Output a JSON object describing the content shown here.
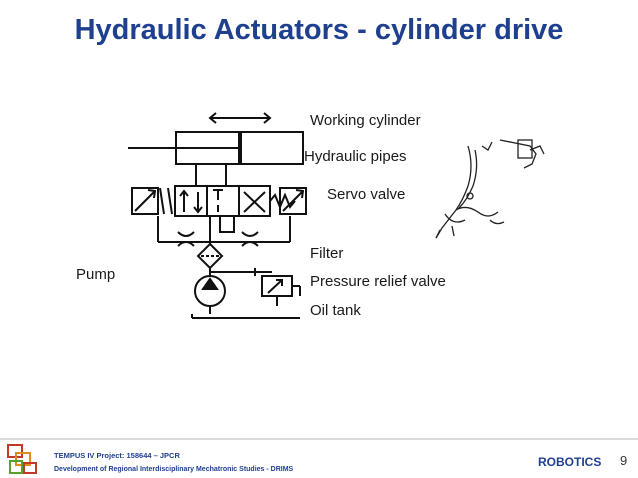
{
  "slide": {
    "title": "Hydraulic Actuators - cylinder drive",
    "page_number": "9"
  },
  "labels": {
    "working_cylinder": "Working cylinder",
    "hydraulic_pipes": "Hydraulic pipes",
    "servo_valve": "Servo valve",
    "filter": "Filter",
    "pressure_relief_valve": "Pressure relief valve",
    "oil_tank": "Oil tank",
    "pump": "Pump"
  },
  "footer": {
    "project": "TEMPUS IV Project: 158644 – JPCR",
    "description": "Development of Regional Interdisciplinary Mechatronic Studies - DRIMS",
    "course": "ROBOTICS"
  },
  "colors": {
    "title": "#1f3f8f",
    "footer_text": "#1f3f8f",
    "logo_red": "#c0392b",
    "logo_green": "#5aa02c",
    "logo_orange": "#e08a1e"
  },
  "icons": {
    "logo": "tempus-logo-icon",
    "sketch": "hand-drawn-actuator-sketch"
  }
}
